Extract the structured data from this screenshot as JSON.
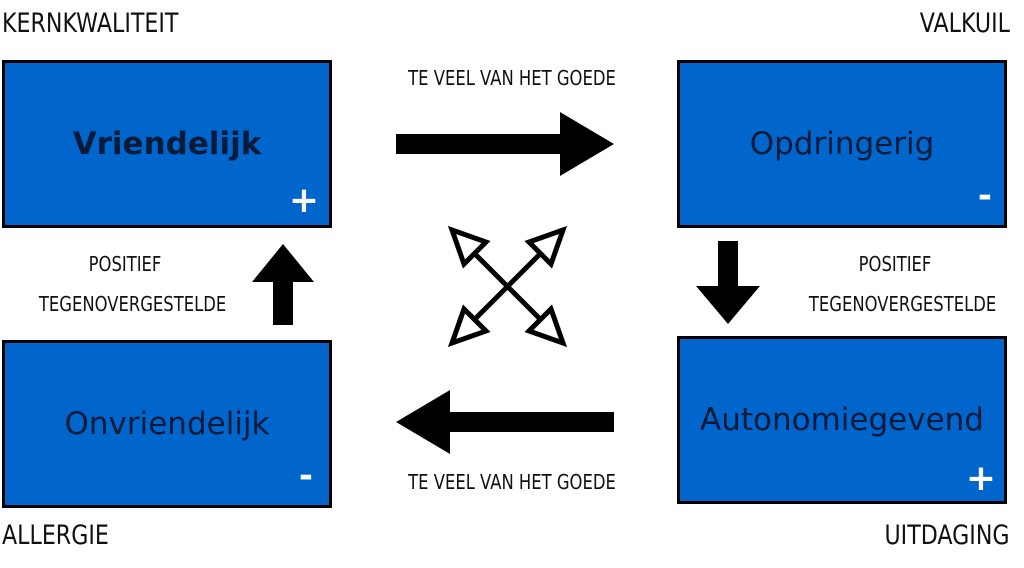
{
  "corners": {
    "top_left": "KERNKWALITEIT",
    "top_right": "VALKUIL",
    "bottom_left": "ALLERGIE",
    "bottom_right": "UITDAGING"
  },
  "boxes": {
    "top_left": {
      "label": "Vriendelijk",
      "sign": "+"
    },
    "top_right": {
      "label": "Opdringerig",
      "sign": "-"
    },
    "bottom_left": {
      "label": "Onvriendelijk",
      "sign": "-"
    },
    "bottom_right": {
      "label": "Autonomiegevend",
      "sign": "+"
    }
  },
  "captions": {
    "top": "TE VEEL VAN HET GOEDE",
    "bottom": "TE VEEL VAN HET GOEDE",
    "left_line1": "POSITIEF",
    "left_line2": "TEGENOVERGESTELDE",
    "right_line1": "POSITIEF",
    "right_line2": "TEGENOVERGESTELDE"
  },
  "colors": {
    "box_fill": "#0066cc",
    "box_border": "#000000",
    "arrow": "#000000"
  }
}
